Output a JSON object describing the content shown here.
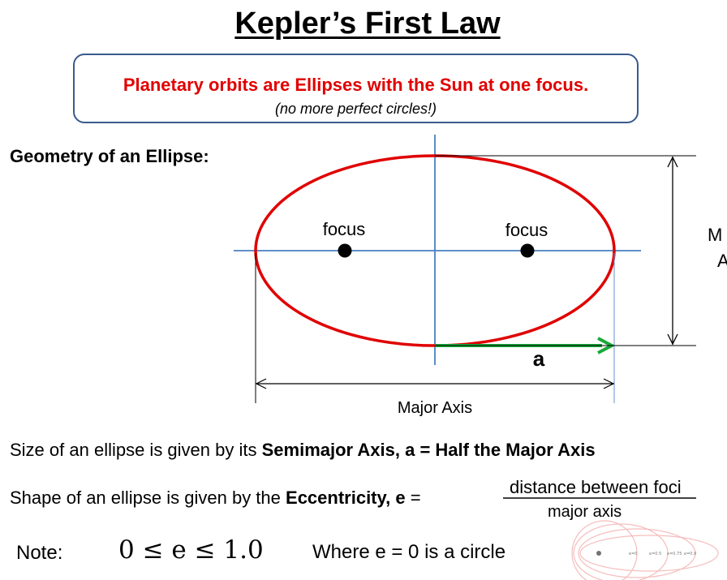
{
  "title": "Kepler’s First Law",
  "callout": {
    "main": "Planetary orbits are Ellipses with the Sun at one focus.",
    "sub": "(no more perfect circles!)"
  },
  "geometry_heading": "Geometry of an Ellipse:",
  "diagram": {
    "focus_left": "focus",
    "focus_right": "focus",
    "semimajor_label": "a",
    "major_axis_label": "Major Axis",
    "minor_axis_label_partial_1": "M",
    "minor_axis_label_partial_2": "A",
    "colors": {
      "ellipse": "#e00000",
      "axes": "#4a7fc1",
      "arrow": "#1aaa3a"
    }
  },
  "size_line": {
    "prefix": "Size of an ellipse is given by its ",
    "bold": "Semimajor Axis, a = Half the Major Axis"
  },
  "shape_line": {
    "prefix": "Shape of an ellipse is given by the ",
    "bold": "Eccentricity, e",
    "equals": " = ",
    "numerator": "distance between foci",
    "denominator": "major axis"
  },
  "note": {
    "label": "Note:",
    "inequality": "0 ≤ e ≤ 1.0",
    "where_text": "Where  e = 0  is a circle"
  },
  "thumbnail_labels": [
    "e=0",
    "e=0.5",
    "e=0.75",
    "e=0.9"
  ]
}
